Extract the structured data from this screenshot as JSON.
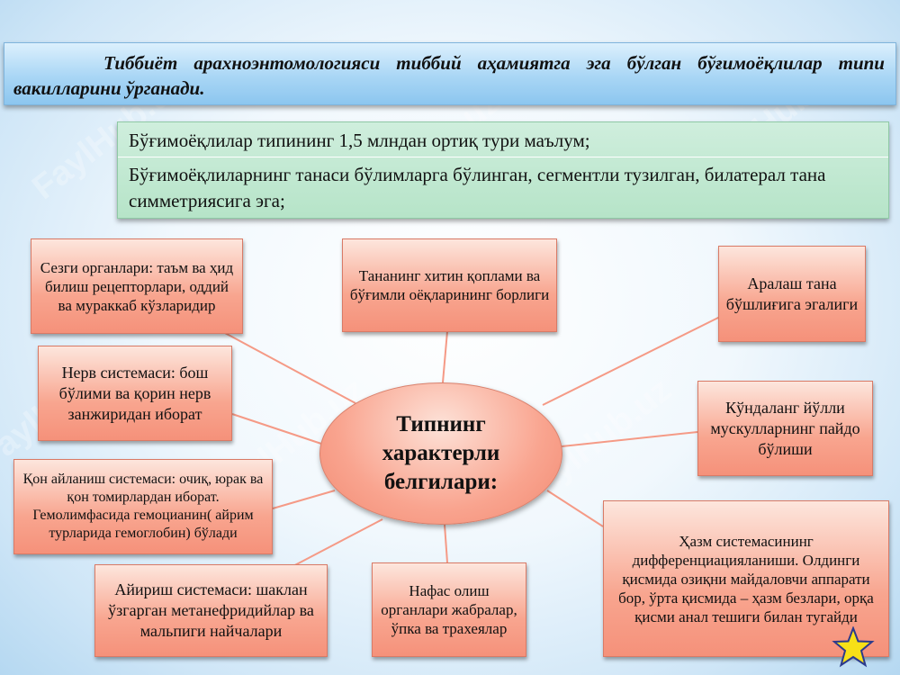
{
  "banner": {
    "text": "Тиббиёт арахноэнтомологияси тиббий аҳамиятга эга бўлган бўғимоёқлилар типи вакилларини ўрганади."
  },
  "facts": {
    "line1": "Бўғимоёқлилар типининг 1,5 млндан ортиқ тури маълум;",
    "line2": "Бўғимоёқлиларнинг танаси бўлимларга бўлинган, сегментли тузилган, билатерал тана симметриясига эга;"
  },
  "center": {
    "line1": "Типнинг",
    "line2": "характерли",
    "line3": "белгилари:"
  },
  "boxes": {
    "senses": "Сезги органлари: таъм ва ҳид билиш рецепторлари, оддий ва мураккаб кўзларидир",
    "chitin": "Тананинг хитин қоплами ва бўғимли оёқларининг борлиги",
    "cavity": "Аралаш тана бўшлиғига эгалиги",
    "nerve": "Нерв системаси: бош бўлими ва қорин нерв занжиридан иборат",
    "muscle": "Кўндаланг йўлли мускулларнинг пайдо бўлиши",
    "blood": "Қон айланиш системаси: очиқ, юрак ва қон томирлардан иборат. Гемолимфасида гемоцианин( айрим турларида гемоглобин) бўлади",
    "digest": "Ҳазм системасининг дифференциацияланиши. Олдинги қисмида озиқни майдаловчи аппарати бор, ўрта қисмида – ҳазм безлари, орқа қисми анал тешиги билан тугайди",
    "excretion": "Айириш системаси: шаклан ўзгарган метанефридийлар ва мальпиги найчалари",
    "breath": "Нафас олиш органлари жабралар, ўпка ва трахеялар"
  },
  "watermark": "FaylHub.uz",
  "colors": {
    "box_fill": "#f8a58f",
    "banner_fill": "#a9d6f5",
    "facts_fill": "#b6e4c8",
    "star": "#f7e017"
  }
}
